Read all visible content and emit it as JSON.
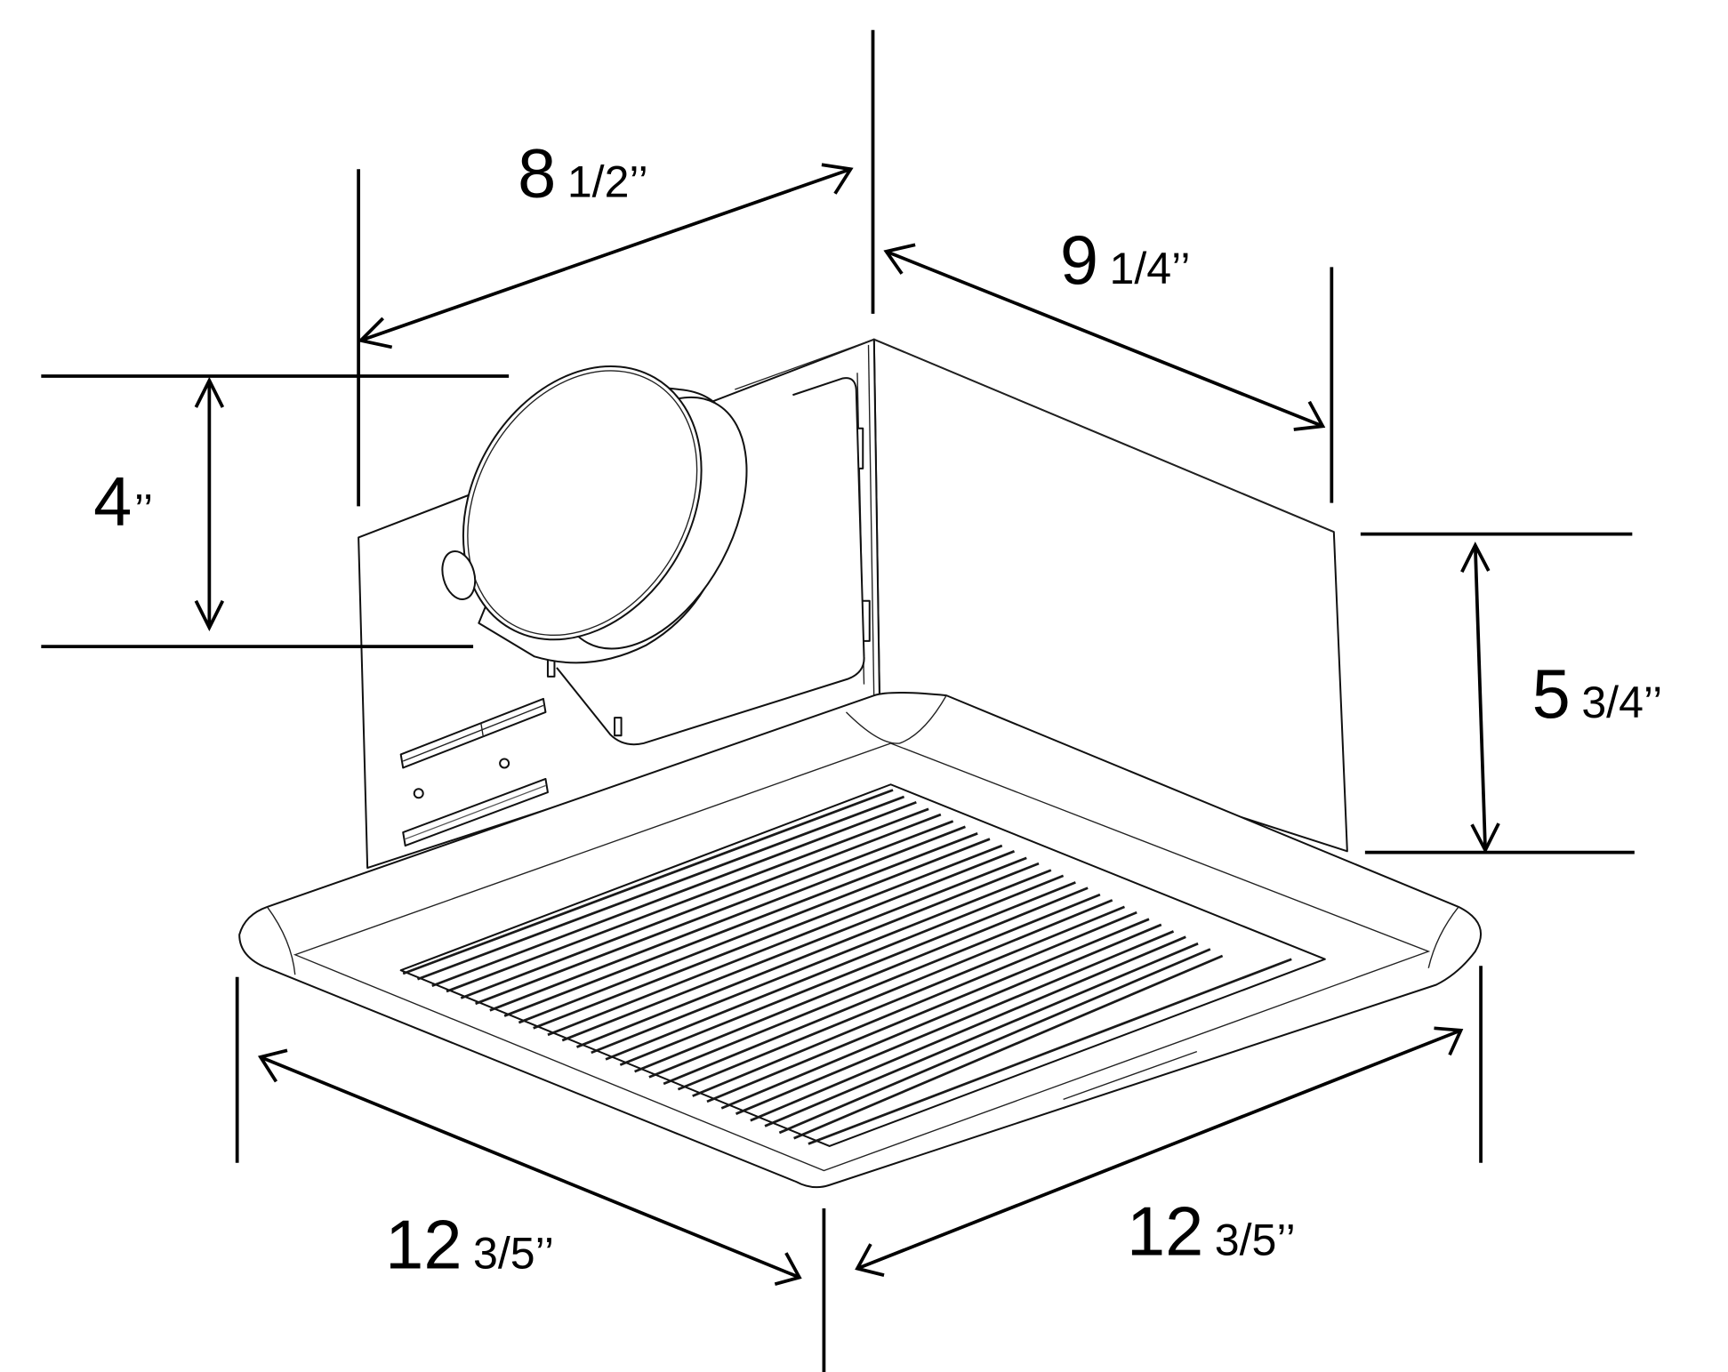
{
  "figure": {
    "subject": "Ceiling exhaust fan — dimension drawing",
    "unit_symbol": "’’"
  },
  "dimensions": {
    "housing_width": {
      "whole": "8",
      "fraction": "1/2’’",
      "meaning": "housing width"
    },
    "housing_depth": {
      "whole": "9",
      "fraction": "1/4’’",
      "meaning": "housing depth"
    },
    "duct_diameter": {
      "whole": "4",
      "fraction": "’’",
      "meaning": "duct collar diameter"
    },
    "housing_height": {
      "whole": "5",
      "fraction": "3/4’’",
      "meaning": "housing height"
    },
    "grille_left": {
      "whole": "12",
      "fraction": "3/5’’",
      "meaning": "grille length (left edge)"
    },
    "grille_right": {
      "whole": "12",
      "fraction": "3/5’’",
      "meaning": "grille length (right edge)"
    }
  },
  "colors": {
    "line": "#000000",
    "background": "#ffffff"
  }
}
